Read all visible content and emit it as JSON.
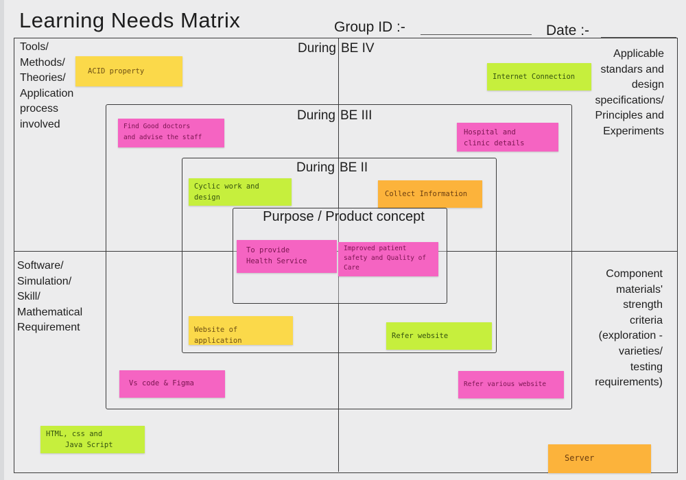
{
  "title": "Learning Needs Matrix",
  "header": {
    "group_id_label": "Group ID :-",
    "date_label": "Date :-"
  },
  "stages": {
    "be4": {
      "left": "During",
      "right": "BE IV"
    },
    "be3": {
      "left": "During",
      "right": "BE III"
    },
    "be2": {
      "left": "During",
      "right": "BE II"
    }
  },
  "center": {
    "label": "Purpose / Product concept"
  },
  "quadrant_labels": {
    "top_left": [
      "Tools/",
      "Methods/",
      "Theories/",
      "Application",
      "process",
      "involved"
    ],
    "top_right": [
      "Applicable",
      "standars and",
      "design",
      "specifications/",
      "Principles and",
      "Experiments"
    ],
    "bottom_left": [
      "Software/",
      "Simulation/",
      "Skill/",
      "Mathematical",
      "Requirement"
    ],
    "bottom_right": [
      "Component",
      "materials'",
      "strength",
      "criteria",
      "(exploration -",
      "varieties/",
      "testing",
      "requirements)"
    ]
  },
  "notes": {
    "acid": [
      "ACID property"
    ],
    "internet": [
      "Internet Connection"
    ],
    "doctors": [
      "Find Good doctors",
      "and advise the staff"
    ],
    "hospital": [
      "Hospital and",
      "clinic details"
    ],
    "cyclic": [
      "Cyclic work and",
      "design"
    ],
    "collect": [
      "Collect Information"
    ],
    "provide": [
      "To provide",
      "Health Service"
    ],
    "improved": [
      "Improved patient",
      "safety and Quality of",
      "Care"
    ],
    "website_app": [
      "Website of application"
    ],
    "refer_website": [
      "Refer website"
    ],
    "vscode": [
      "Vs code & Figma"
    ],
    "refer_various": [
      "Refer various website"
    ],
    "html": [
      "HTML, css and",
      "Java Script"
    ],
    "server": [
      "Server"
    ]
  },
  "colors": {
    "yellow": "#fbd94a",
    "pink": "#f564c2",
    "green": "#c6ef3d",
    "orange": "#fcb33b"
  }
}
